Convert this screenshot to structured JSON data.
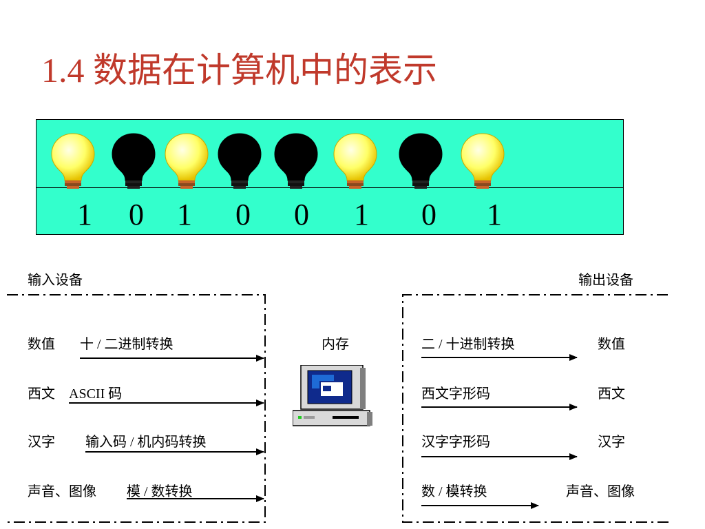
{
  "title": "1.4  数据在计算机中的表示",
  "bits": [
    "1",
    "0",
    "1",
    "0",
    "0",
    "1",
    "0",
    "1"
  ],
  "bulbs": [
    "on",
    "off",
    "on",
    "off",
    "off",
    "on",
    "off",
    "on"
  ],
  "colors": {
    "title": "#c0392b",
    "panel": "#33ffcc",
    "bulb_on": "#ffff66",
    "bulb_off": "#000000"
  },
  "input": {
    "header": "输入设备",
    "rows": [
      {
        "name": "数值",
        "conv": "十 / 二进制转换"
      },
      {
        "name": "西文",
        "conv": "ASCII 码"
      },
      {
        "name": "汉字",
        "conv": "输入码 / 机内码转换"
      },
      {
        "name": "声音、图像",
        "conv": "模 / 数转换"
      }
    ]
  },
  "memory": {
    "label": "内存",
    "icon": "computer-icon"
  },
  "output": {
    "header": "输出设备",
    "rows": [
      {
        "conv": "二 / 十进制转换",
        "name": "数值"
      },
      {
        "conv": "西文字形码",
        "name": "西文"
      },
      {
        "conv": "汉字字形码",
        "name": "汉字"
      },
      {
        "conv": "数 / 模转换",
        "name": "声音、图像"
      }
    ]
  }
}
